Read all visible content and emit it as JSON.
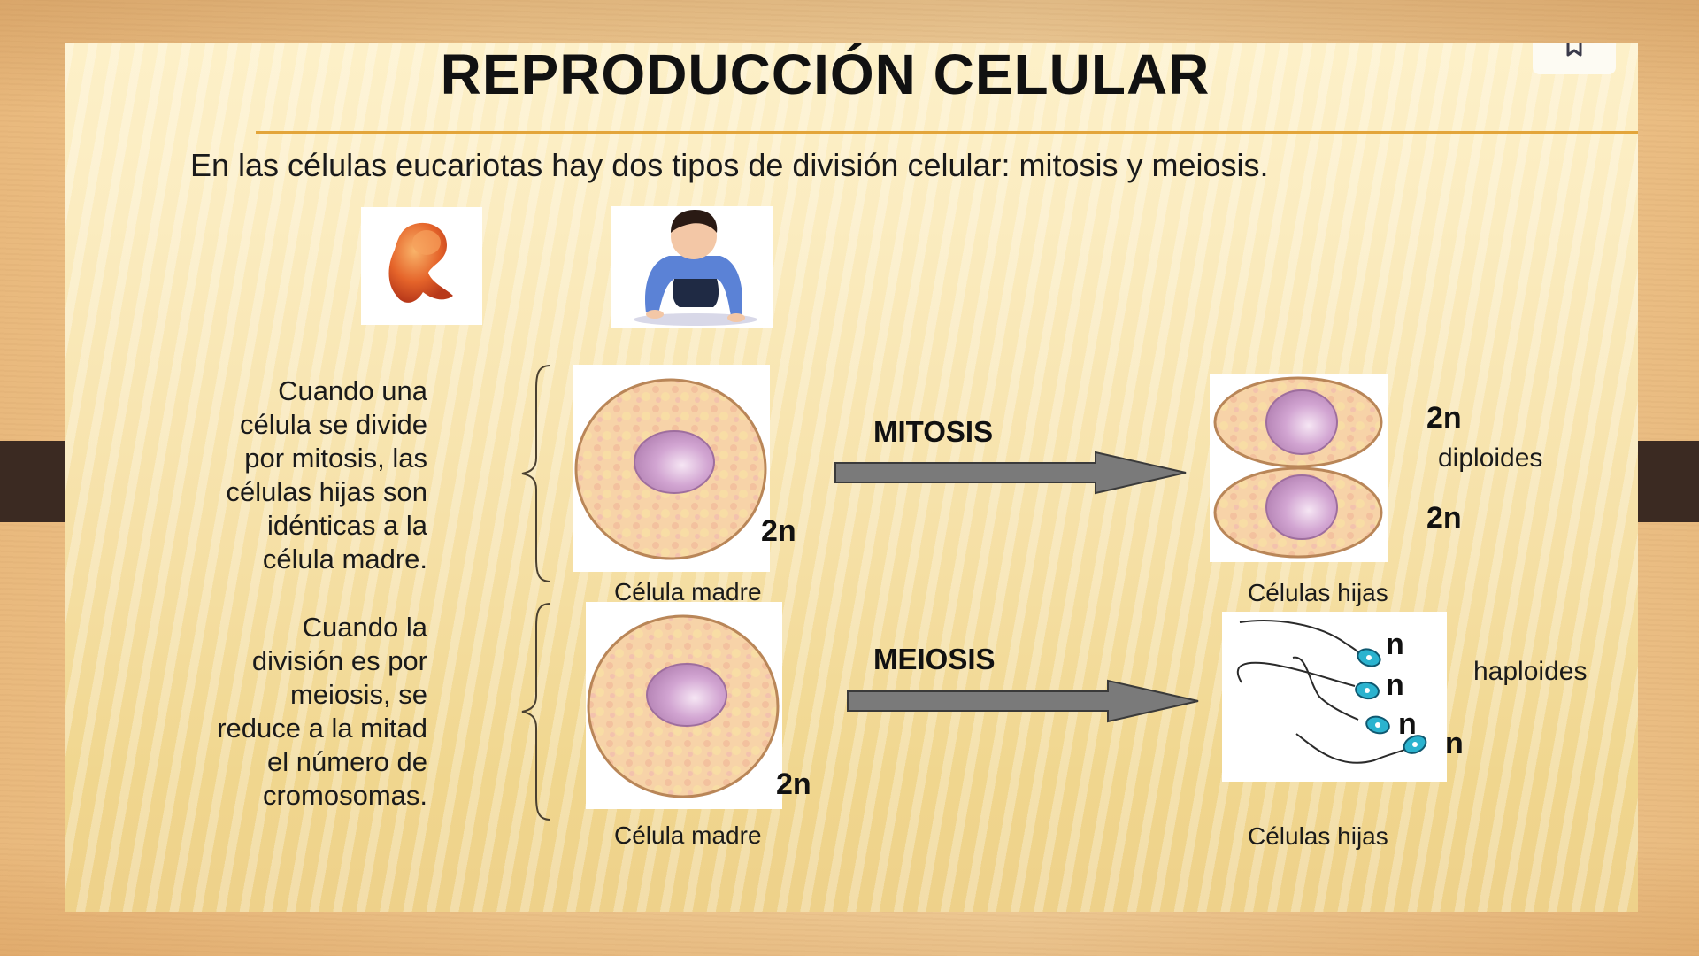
{
  "slide": {
    "title": "REPRODUCCIÓN CELULAR",
    "subtitle": "En las células eucariotas hay dos tipos de división celular: mitosis y meiosis.",
    "images": [
      {
        "name": "embryo-image",
        "alt": "embrión"
      },
      {
        "name": "baby-image",
        "alt": "bebé"
      }
    ],
    "mitosis": {
      "description_lines": [
        "Cuando una",
        "célula se divide",
        "por mitosis, las",
        "células  hijas son",
        "idénticas a la",
        "célula madre."
      ],
      "arrow_label": "MITOSIS",
      "mother_label": "Célula madre",
      "mother_ploidy": "2n",
      "daughter_label": "Células hijas",
      "daughter_ploidy": [
        "2n",
        "2n"
      ],
      "type_label": "diploides"
    },
    "meiosis": {
      "description_lines": [
        "Cuando la",
        "división es por",
        "meiosis, se",
        "reduce a la mitad",
        "el número de",
        "cromosomas."
      ],
      "arrow_label": "MEIOSIS",
      "mother_label": "Célula madre",
      "mother_ploidy": "2n",
      "daughter_label": "Células hijas",
      "daughter_ploidy": [
        "n",
        "n",
        "n",
        "n"
      ],
      "type_label": "haploides"
    }
  },
  "controls": {
    "bookmark_icon": "bookmark-icon"
  },
  "colors": {
    "rule": "#e3a53a",
    "side_band": "#3b2a22",
    "arrow_fill": "#7a7a7a",
    "nucleus": "#c99ac9",
    "cytoplasm": "#f5cfa0",
    "sperm": "#2bb3cf"
  }
}
